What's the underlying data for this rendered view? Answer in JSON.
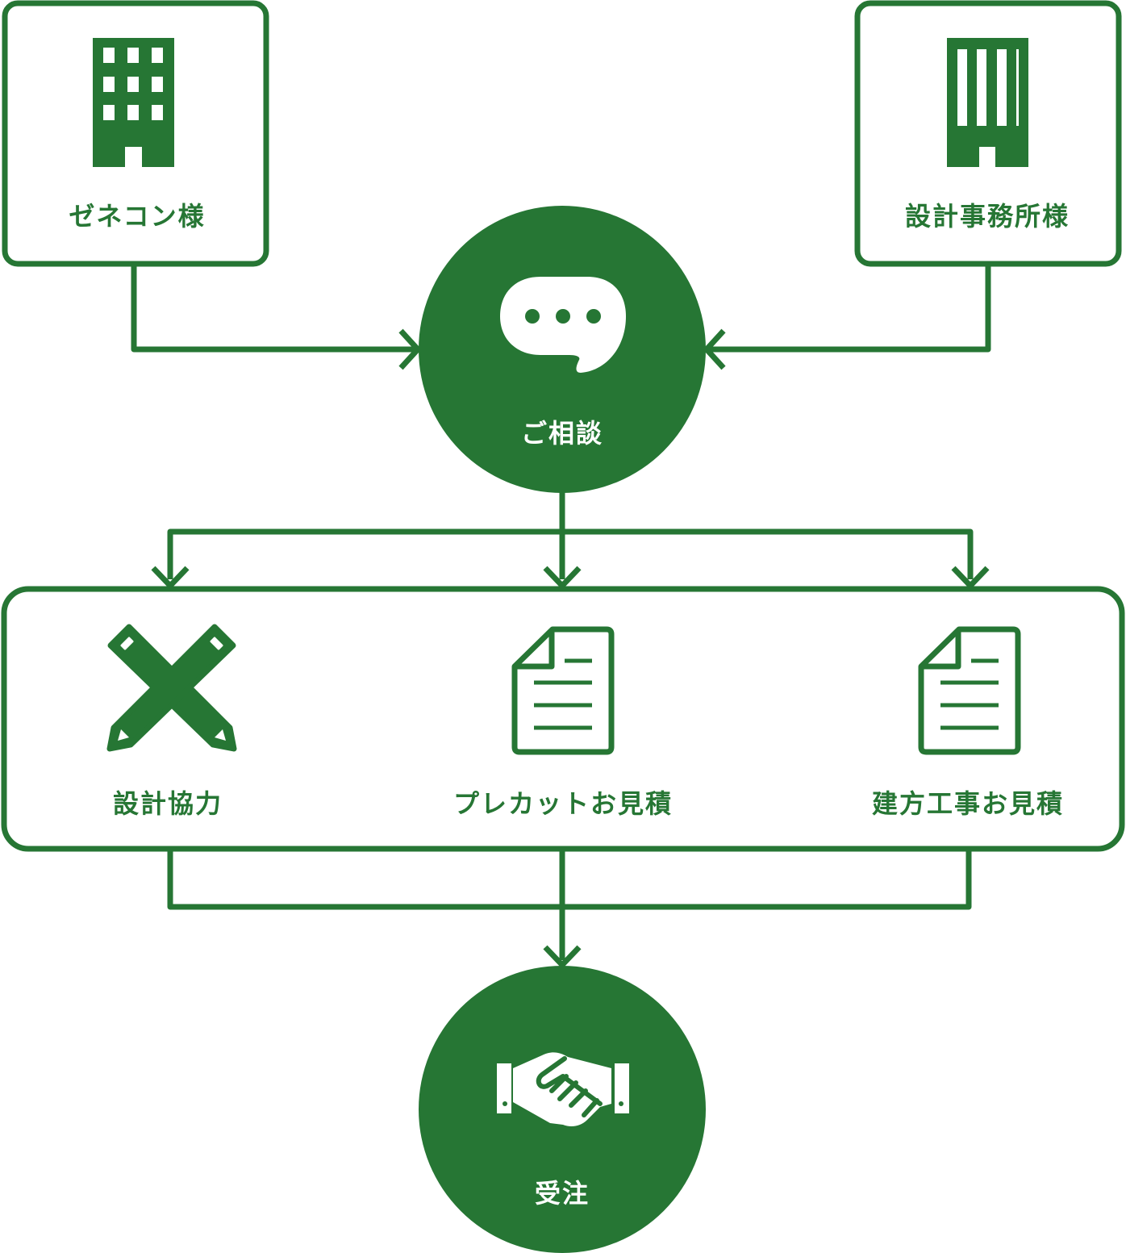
{
  "colors": {
    "brand_green": "#267634",
    "white": "#ffffff"
  },
  "nodes": {
    "general_contractor": {
      "label": "ゼネコン様",
      "icon": "office-building-icon"
    },
    "design_office": {
      "label": "設計事務所様",
      "icon": "office-tower-icon"
    },
    "consultation": {
      "label": "ご相談",
      "icon": "speech-bubble-icon"
    },
    "design_cooperation": {
      "label": "設計協力",
      "icon": "crossed-pencils-icon"
    },
    "precut_estimate": {
      "label": "プレカットお見積",
      "icon": "document-icon"
    },
    "construction_estimate": {
      "label": "建方工事お見積",
      "icon": "document-icon"
    },
    "order": {
      "label": "受注",
      "icon": "handshake-icon"
    }
  }
}
